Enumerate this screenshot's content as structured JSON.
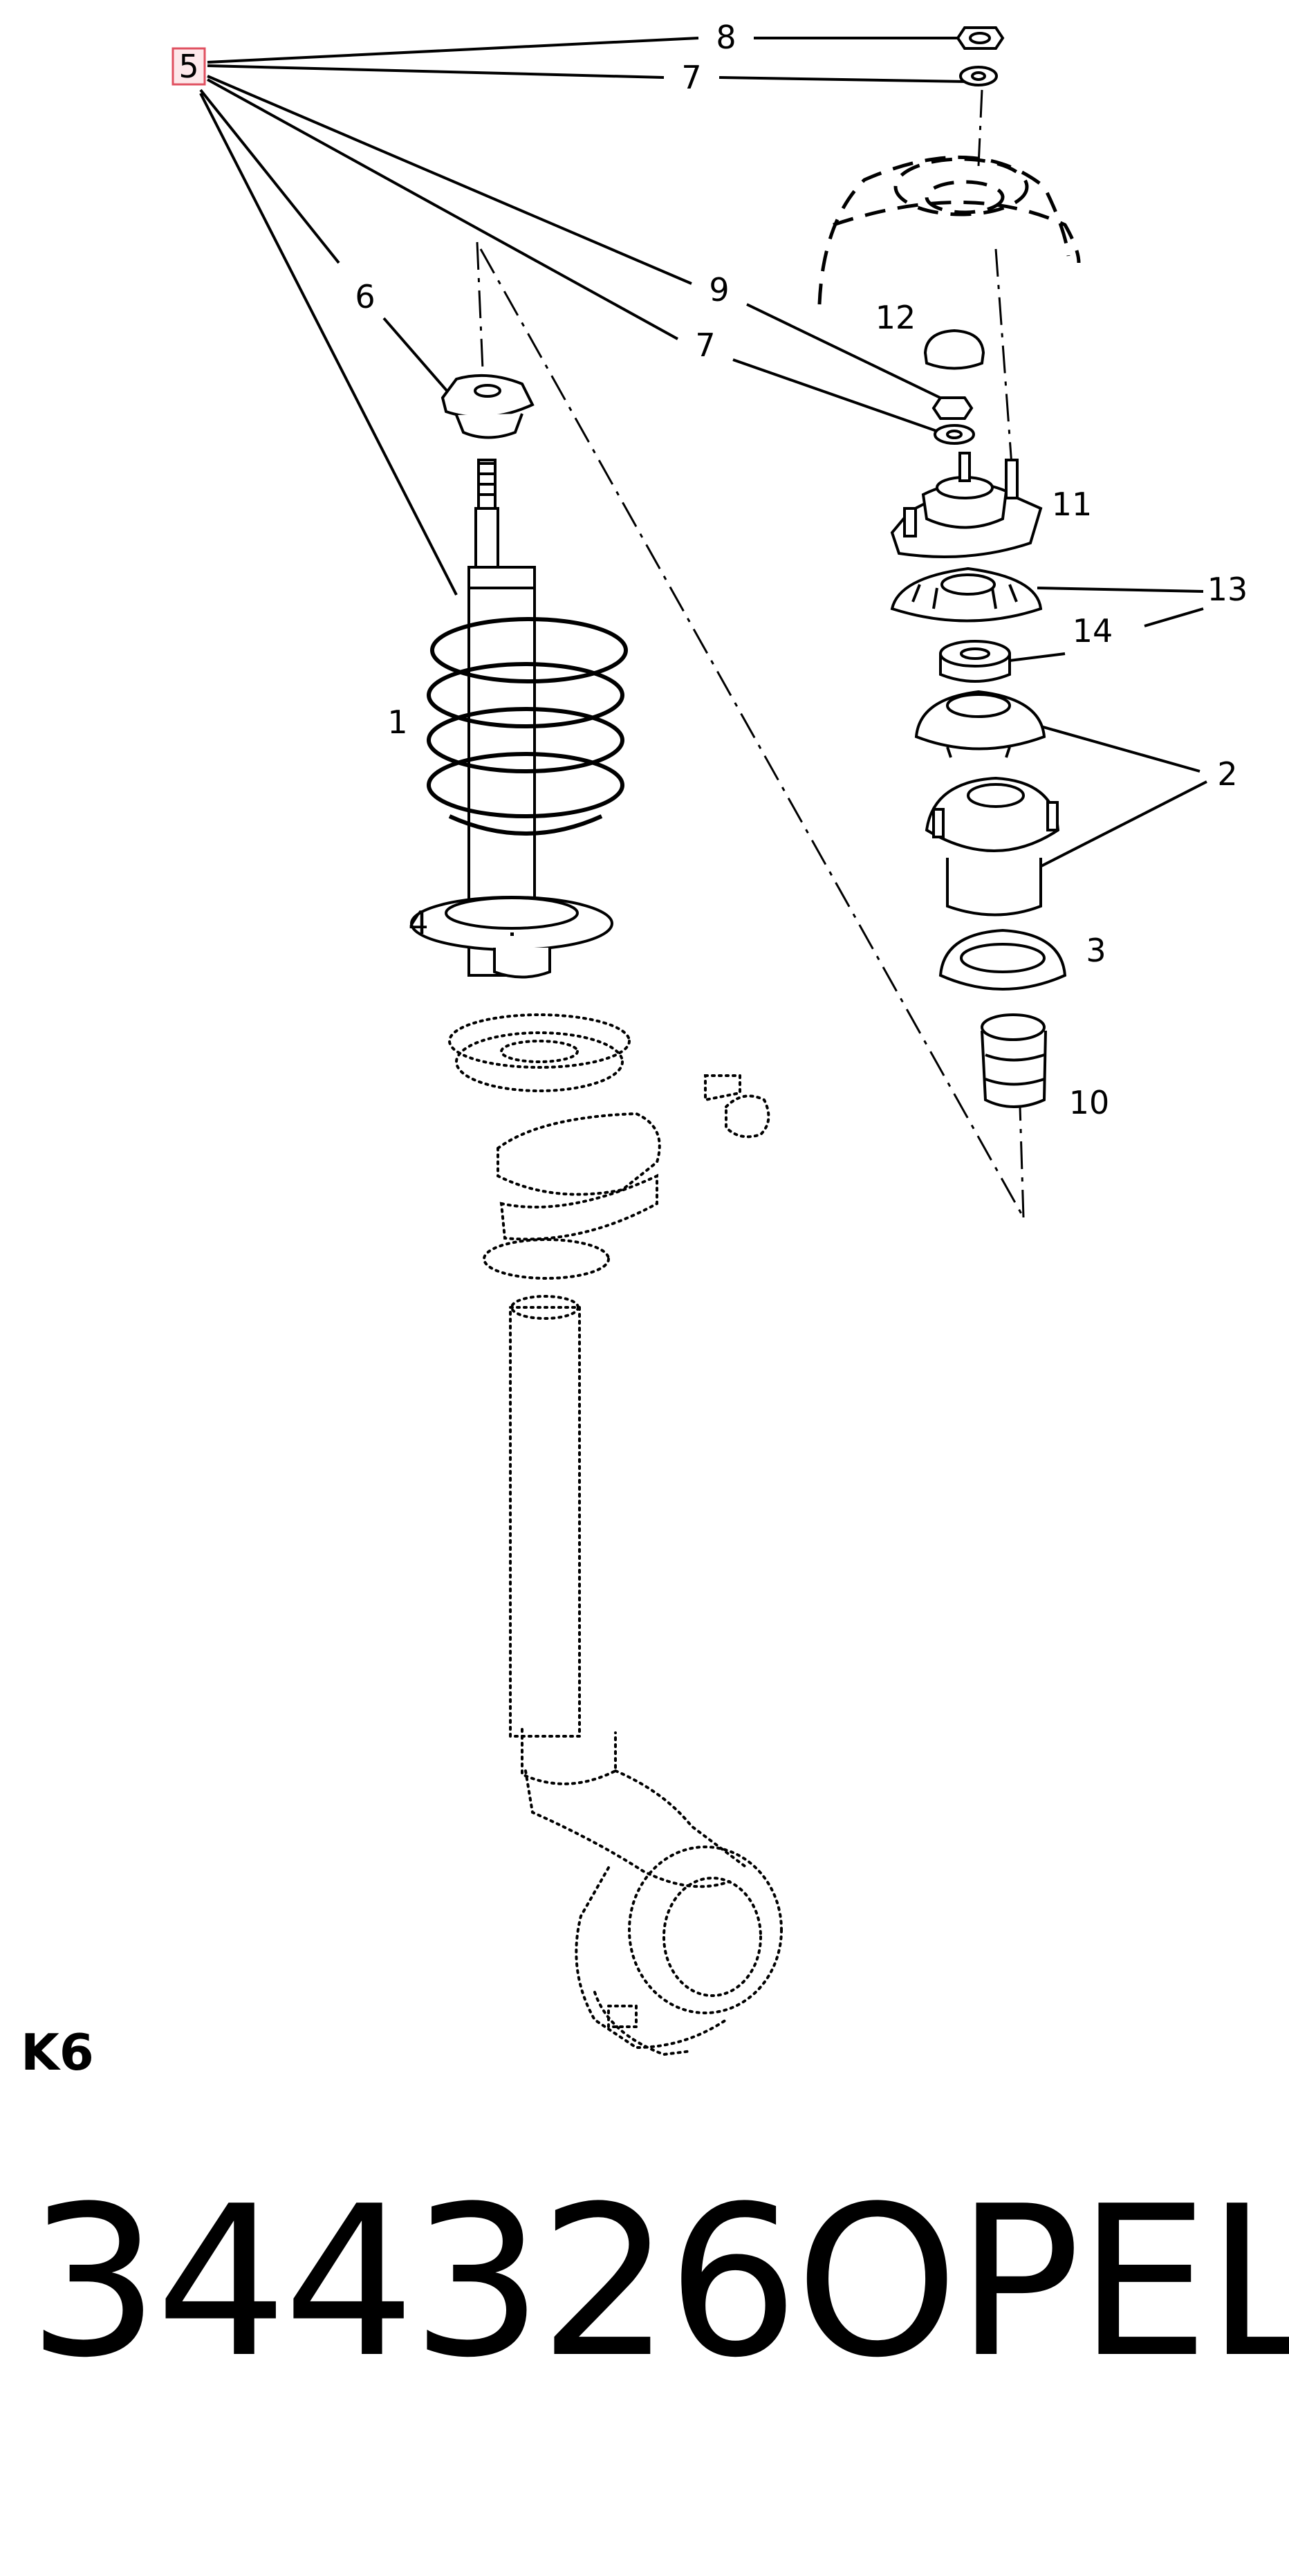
{
  "diagram": {
    "callouts": {
      "c1": "1",
      "c2": "2",
      "c3": "3",
      "c4": "4",
      "c5": "5",
      "c6": "6",
      "c7a": "7",
      "c7b": "7",
      "c8": "8",
      "c9": "9",
      "c10": "10",
      "c11": "11",
      "c12": "12",
      "c13": "13",
      "c14": "14"
    },
    "highlight_color": "#e05060"
  },
  "footer": {
    "section_code": "K6",
    "part_number": "344326",
    "brand": "OPEL"
  }
}
